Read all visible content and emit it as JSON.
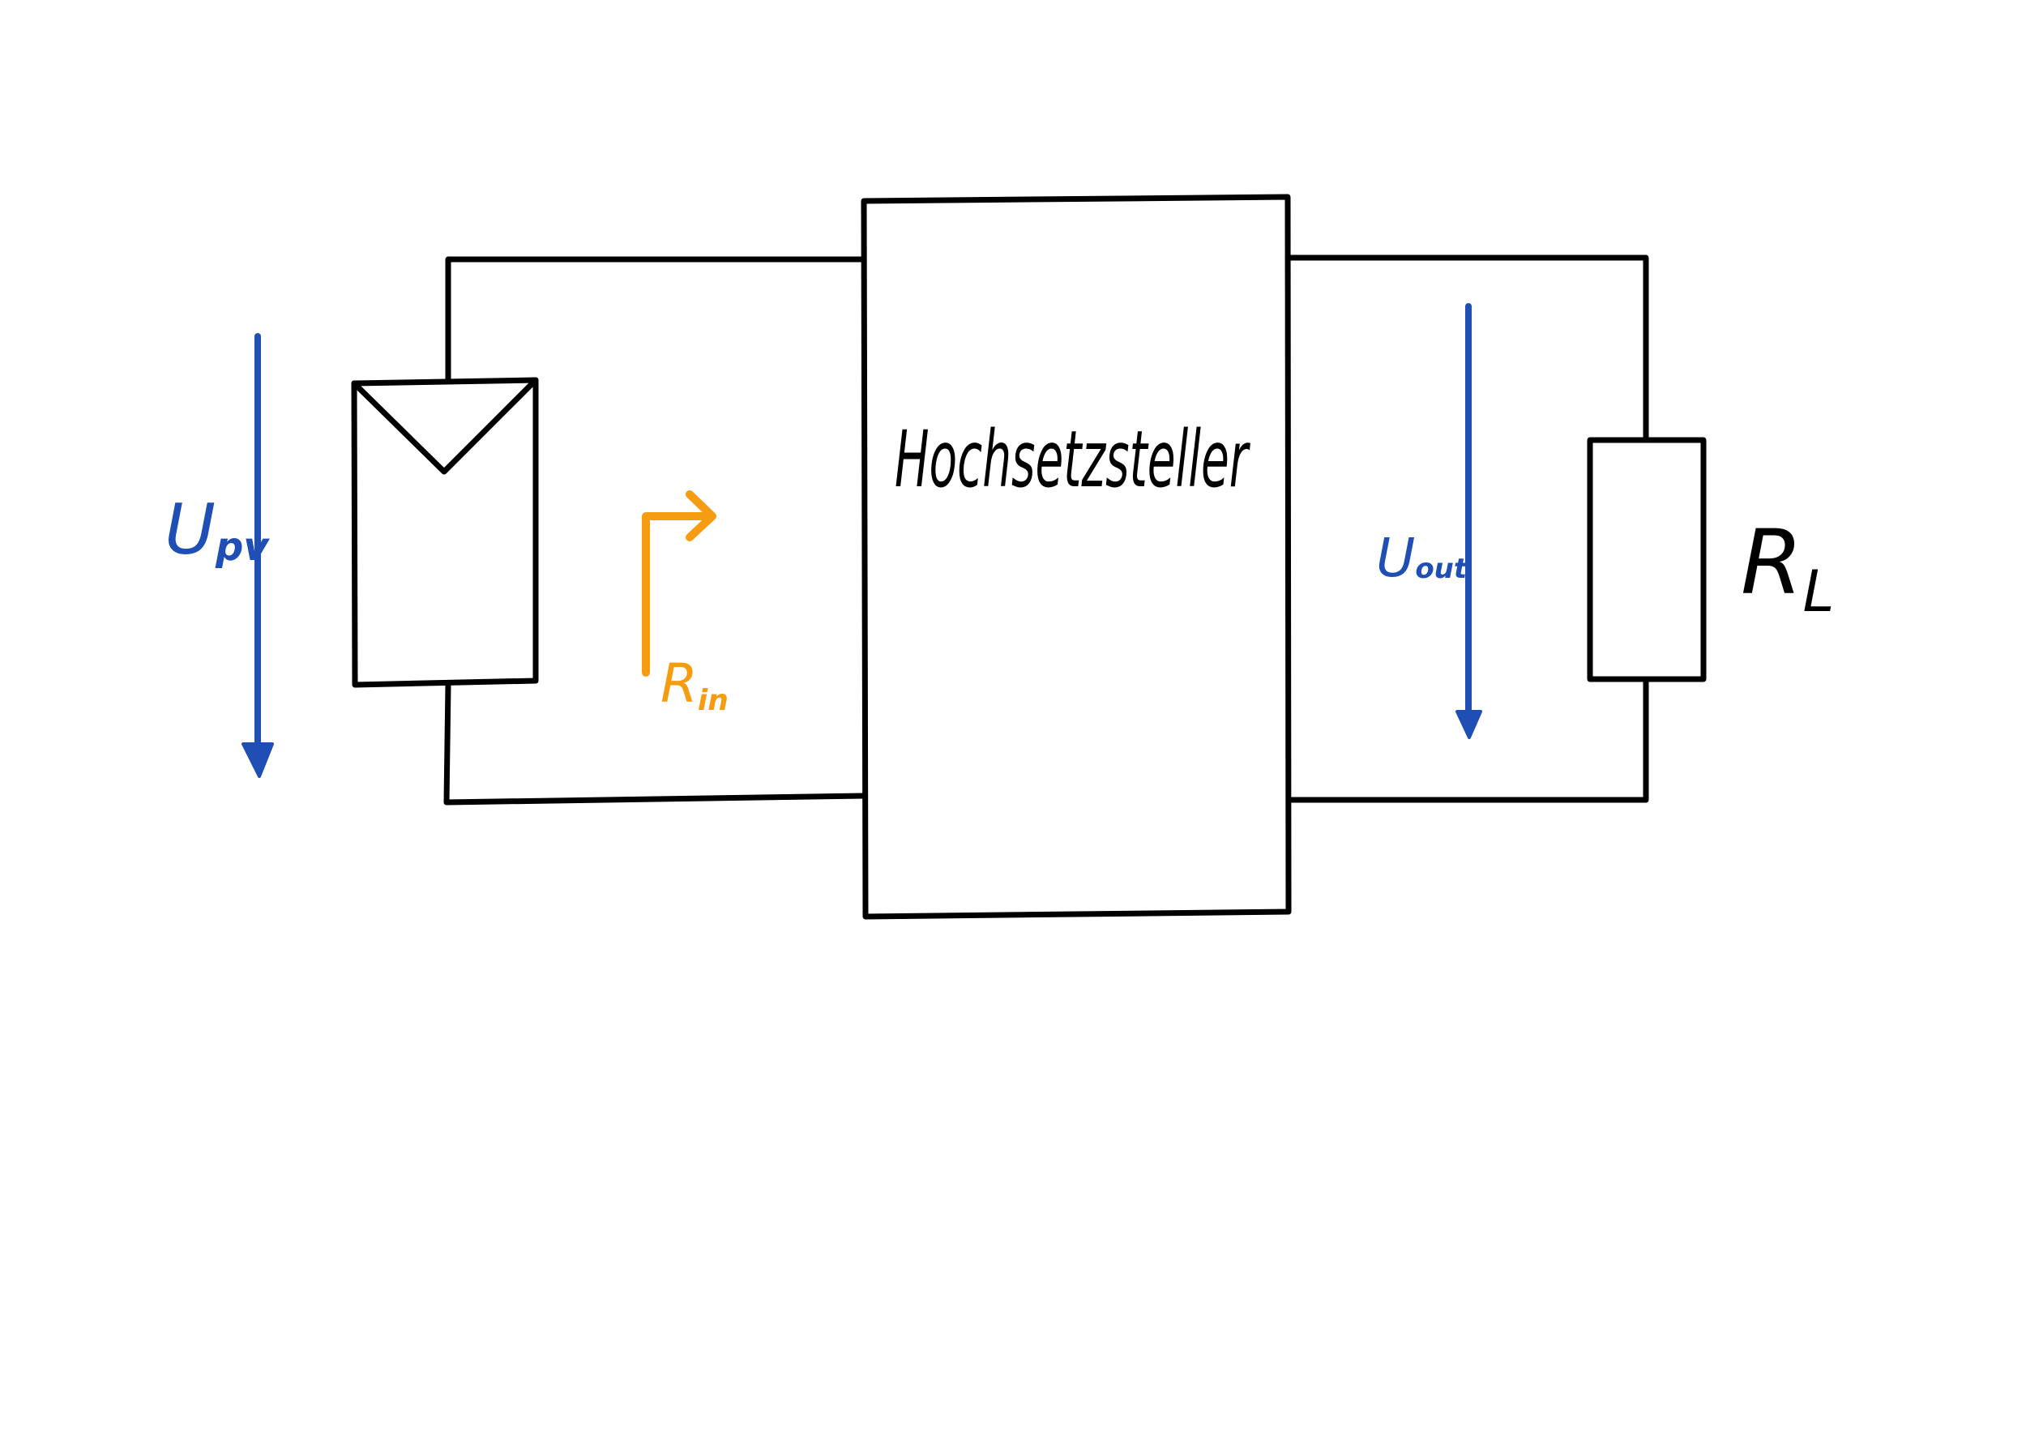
{
  "diagram": {
    "converter_label": "Hochsetzsteller",
    "pv_voltage": {
      "main": "U",
      "sub": "pv"
    },
    "input_resistance": {
      "main": "R",
      "sub": "in"
    },
    "output_voltage": {
      "main": "U",
      "sub": "out"
    },
    "load_resistor": {
      "main": "R",
      "sub": "L"
    }
  },
  "colors": {
    "wire": "#000000",
    "voltage_arrow": "#1f4fb5",
    "resistance_arrow": "#f59c12",
    "background": "#ffffff"
  }
}
